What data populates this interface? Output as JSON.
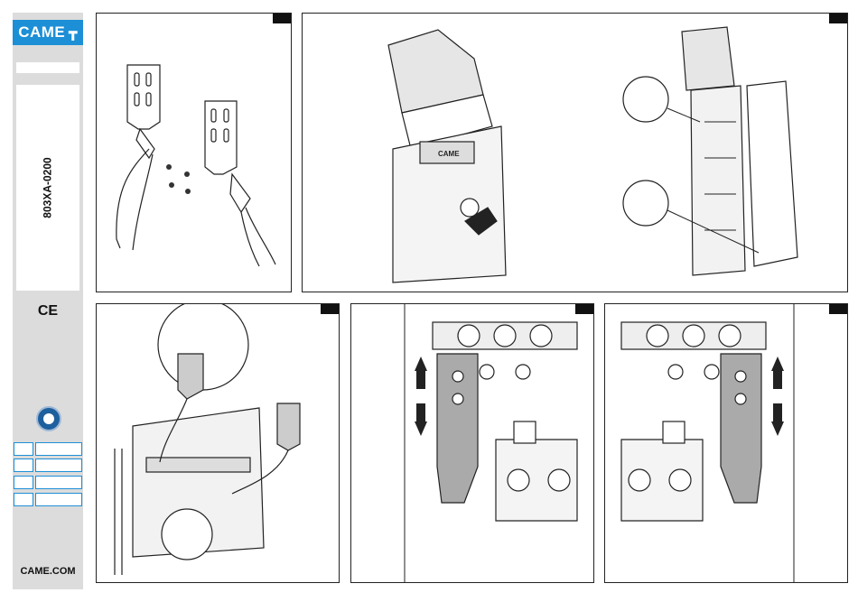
{
  "sidebar": {
    "brand": "CAME",
    "product_code": "803XA-0200",
    "ce_mark": "CE",
    "website": "CAME.COM",
    "brand_color": "#1d8fd6",
    "sidebar_color": "#dcdcdc"
  },
  "panels": [
    {
      "name": "panel-sensors-brackets"
    },
    {
      "name": "panel-open-cabinet"
    },
    {
      "name": "panel-wire-sensors"
    },
    {
      "name": "panel-adjust-left"
    },
    {
      "name": "panel-adjust-right"
    }
  ],
  "illustration": {
    "panel_cabinet_label": "CAME"
  }
}
